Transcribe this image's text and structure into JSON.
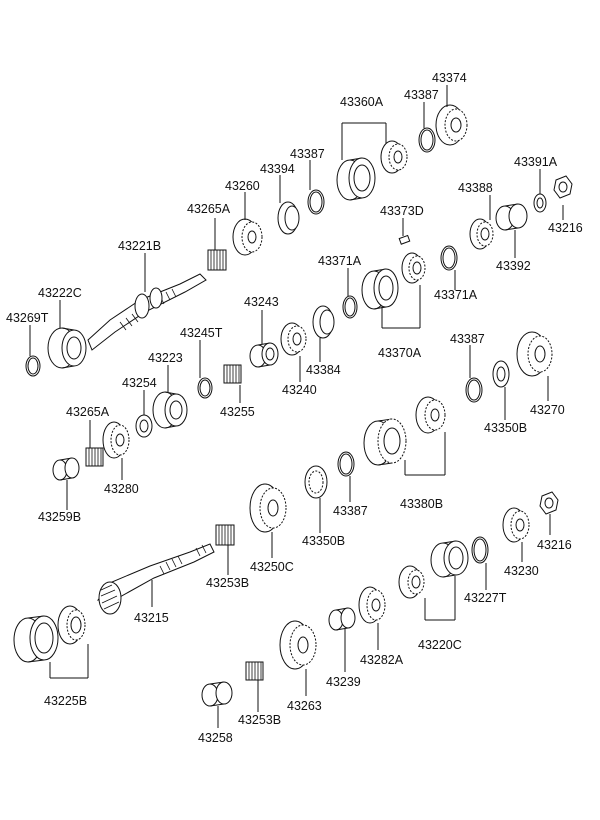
{
  "labels": {
    "p43374": "43374",
    "p43387a": "43387",
    "p43360A": "43360A",
    "p43387b": "43387",
    "p43394": "43394",
    "p43260": "43260",
    "p43391A": "43391A",
    "p43216a": "43216",
    "p43388": "43388",
    "p43392": "43392",
    "p43373D": "43373D",
    "p43265Aa": "43265A",
    "p43221B": "43221B",
    "p43371Aa": "43371A",
    "p43371Ab": "43371A",
    "p43370A": "43370A",
    "p43222C": "43222C",
    "p43269T": "43269T",
    "p43243": "43243",
    "p43245T": "43245T",
    "p43384": "43384",
    "p43240": "43240",
    "p43223": "43223",
    "p43254": "43254",
    "p43255": "43255",
    "p43387c": "43387",
    "p43270": "43270",
    "p43350Ba": "43350B",
    "p43265Ab": "43265A",
    "p43280": "43280",
    "p43259B": "43259B",
    "p43380B": "43380B",
    "p43387d": "43387",
    "p43350Bb": "43350B",
    "p43250C": "43250C",
    "p43253Ba": "43253B",
    "p43215": "43215",
    "p43216b": "43216",
    "p43230": "43230",
    "p43227T": "43227T",
    "p43220C": "43220C",
    "p43282A": "43282A",
    "p43239": "43239",
    "p43263": "43263",
    "p43253Bb": "43253B",
    "p43258": "43258",
    "p43225B": "43225B"
  }
}
